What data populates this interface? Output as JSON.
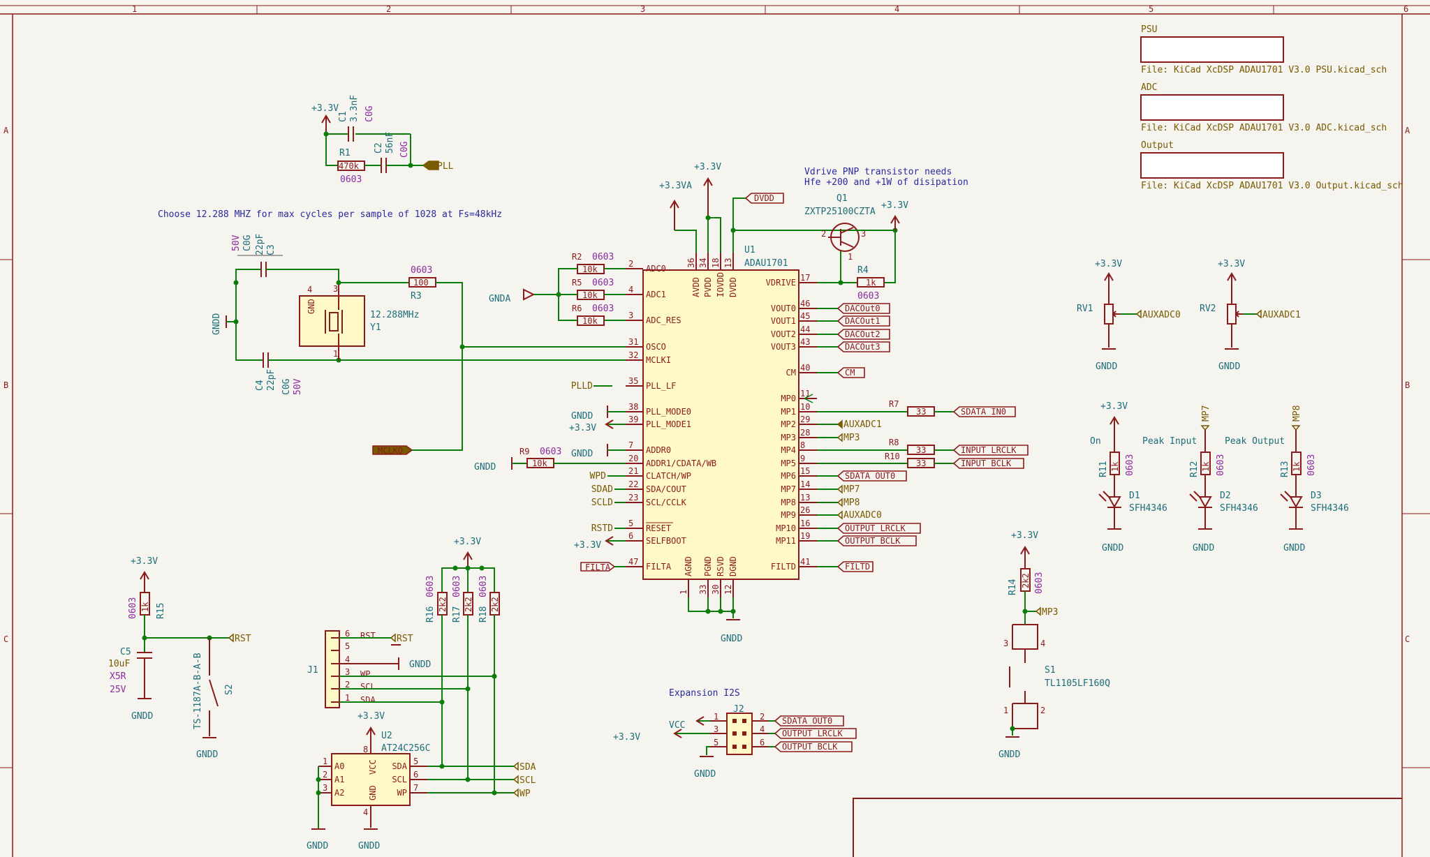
{
  "frame": {
    "cols": [
      "1",
      "2",
      "3",
      "4",
      "5",
      "6"
    ],
    "rows": [
      "A",
      "B",
      "C"
    ]
  },
  "sheets": [
    {
      "name": "PSU",
      "file": "File: KiCad XcDSP ADAU1701 V3.0 PSU.kicad_sch"
    },
    {
      "name": "ADC",
      "file": "File: KiCad XcDSP ADAU1701 V3.0 ADC.kicad_sch"
    },
    {
      "name": "Output",
      "file": "File: KiCad XcDSP ADAU1701 V3.0 Output.kicad_sch"
    }
  ],
  "notes": {
    "clock": "Choose 12.288 MHZ for max cycles per sample of 1028 at Fs=48kHz",
    "vdrive_1": "Vdrive PNP transistor needs",
    "vdrive_2": "Hfe +200 and +1W of disipation",
    "expansion": "Expansion I2S"
  },
  "power": {
    "v33": "+3.3V",
    "v33a": "+3.3VA",
    "gndd": "GNDD",
    "gnda": "GNDA",
    "vcc": "VCC"
  },
  "u1": {
    "ref": "U1",
    "value": "ADAU1701",
    "left_pins": [
      {
        "num": "2",
        "name": "ADC0"
      },
      {
        "num": "4",
        "name": "ADC1"
      },
      {
        "num": "3",
        "name": "ADC_RES"
      },
      {
        "num": "31",
        "name": "OSCO"
      },
      {
        "num": "32",
        "name": "MCLKI"
      },
      {
        "num": "35",
        "name": "PLL_LF"
      },
      {
        "num": "38",
        "name": "PLL_MODE0"
      },
      {
        "num": "39",
        "name": "PLL_MODE1"
      },
      {
        "num": "7",
        "name": "ADDR0"
      },
      {
        "num": "20",
        "name": "ADDR1/CDATA/WB"
      },
      {
        "num": "21",
        "name": "CLATCH/WP"
      },
      {
        "num": "22",
        "name": "SDA/COUT"
      },
      {
        "num": "23",
        "name": "SCL/CCLK"
      },
      {
        "num": "5",
        "name": "RESET"
      },
      {
        "num": "6",
        "name": "SELFBOOT"
      },
      {
        "num": "47",
        "name": "FILTA"
      }
    ],
    "right_pins": [
      {
        "num": "17",
        "name": "VDRIVE"
      },
      {
        "num": "46",
        "name": "VOUT0"
      },
      {
        "num": "45",
        "name": "VOUT1"
      },
      {
        "num": "44",
        "name": "VOUT2"
      },
      {
        "num": "43",
        "name": "VOUT3"
      },
      {
        "num": "40",
        "name": "CM"
      },
      {
        "num": "11",
        "name": "MP0"
      },
      {
        "num": "10",
        "name": "MP1"
      },
      {
        "num": "29",
        "name": "MP2"
      },
      {
        "num": "28",
        "name": "MP3"
      },
      {
        "num": "8",
        "name": "MP4"
      },
      {
        "num": "9",
        "name": "MP5"
      },
      {
        "num": "15",
        "name": "MP6"
      },
      {
        "num": "14",
        "name": "MP7"
      },
      {
        "num": "13",
        "name": "MP8"
      },
      {
        "num": "26",
        "name": "MP9"
      },
      {
        "num": "16",
        "name": "MP10"
      },
      {
        "num": "19",
        "name": "MP11"
      },
      {
        "num": "41",
        "name": "FILTD"
      }
    ],
    "top_pins": [
      {
        "num": "36",
        "name": "AVDD"
      },
      {
        "num": "34",
        "name": "PVDD"
      },
      {
        "num": "18",
        "name": "IOVDD"
      },
      {
        "num": "13",
        "name": "DVDD"
      }
    ],
    "bottom_pins": [
      {
        "num": "1",
        "name": "AGND"
      },
      {
        "num": "33",
        "name": "PGND"
      },
      {
        "num": "30",
        "name": "RSVD"
      },
      {
        "num": "12",
        "name": "DGND"
      }
    ]
  },
  "u1_labels": {
    "dacout0": "DACOut0",
    "dacout1": "DACOut1",
    "dacout2": "DACOut2",
    "dacout3": "DACOut3",
    "cm": "CM",
    "sdata_in0": "SDATA_IN0",
    "auxadc1": "AUXADC1",
    "mp3": "MP3",
    "input_lrclk": "INPUT_LRCLK",
    "input_bclk": "INPUT_BCLK",
    "sdata_out0": "SDATA_OUT0",
    "mp7": "MP7",
    "mp8": "MP8",
    "auxadc0": "AUXADC0",
    "output_lrclk": "OUTPUT_LRCLK",
    "output_bclk": "OUTPUT_BCLK",
    "filtd": "FILTD",
    "filta": "FILTA",
    "mclko": "MCLKO",
    "dvdd": "DVDD",
    "pll": "PLL",
    "plld": "PLLD",
    "wpd": "WPD",
    "sdad": "SDAD",
    "scld": "SCLD",
    "rstd": "RSTD"
  },
  "parts": {
    "r1": {
      "ref": "R1",
      "val": "470k",
      "fp": "0603"
    },
    "r2": {
      "ref": "R2",
      "val": "10k",
      "fp": "0603"
    },
    "r3": {
      "ref": "R3",
      "val": "100",
      "fp": "0603"
    },
    "r4": {
      "ref": "R4",
      "val": "1k",
      "fp": "0603"
    },
    "r5": {
      "ref": "R5",
      "val": "10k",
      "fp": "0603"
    },
    "r6": {
      "ref": "R6",
      "val": "10k",
      "fp": "0603"
    },
    "r7": {
      "ref": "R7",
      "val": "33"
    },
    "r8": {
      "ref": "R8",
      "val": "33"
    },
    "r9": {
      "ref": "R9",
      "val": "10k",
      "fp": "0603"
    },
    "r10": {
      "ref": "R10",
      "val": "33"
    },
    "r11": {
      "ref": "R11",
      "val": "1k",
      "fp": "0603"
    },
    "r12": {
      "ref": "R12",
      "val": "1k",
      "fp": "0603"
    },
    "r13": {
      "ref": "R13",
      "val": "1k",
      "fp": "0603"
    },
    "r14": {
      "ref": "R14",
      "val": "2k2",
      "fp": "0603"
    },
    "r15": {
      "ref": "R15",
      "val": "1k",
      "fp": "0603"
    },
    "r16": {
      "ref": "R16",
      "val": "2k2",
      "fp": "0603"
    },
    "r17": {
      "ref": "R17",
      "val": "2k2",
      "fp": "0603"
    },
    "r18": {
      "ref": "R18",
      "val": "2k2",
      "fp": "0603"
    },
    "c1": {
      "ref": "C1",
      "val": "3.3nF",
      "fp": "C0G"
    },
    "c2": {
      "ref": "C2",
      "val": "56nF",
      "fp": "C0G"
    },
    "c3": {
      "ref": "C3",
      "val": "22pF",
      "fp": "C0G",
      "v": "50V"
    },
    "c4": {
      "ref": "C4",
      "val": "22pF",
      "fp": "C0G",
      "v": "50V"
    },
    "c5": {
      "ref": "C5",
      "val": "10uF",
      "fp": "X5R",
      "v": "25V"
    },
    "y1": {
      "ref": "Y1",
      "val": "12.288MHz",
      "gndpin": "GND"
    },
    "q1": {
      "ref": "Q1",
      "val": "ZXTP25100CZTA"
    },
    "rv1": {
      "ref": "RV1",
      "net": "AUXADC0"
    },
    "rv2": {
      "ref": "RV2",
      "net": "AUXADC1"
    },
    "d1": {
      "ref": "D1",
      "val": "SFH4346",
      "title": "On"
    },
    "d2": {
      "ref": "D2",
      "val": "SFH4346",
      "title": "Peak Input"
    },
    "d3": {
      "ref": "D3",
      "val": "SFH4346",
      "title": "Peak Output"
    },
    "s1": {
      "ref": "S1",
      "val": "TL1105LF160Q"
    },
    "s2": {
      "ref": "S2",
      "val": "TS-1187A-B-A-B"
    },
    "u2": {
      "ref": "U2",
      "val": "AT24C256C"
    },
    "j1": {
      "ref": "J1"
    },
    "j2": {
      "ref": "J2"
    }
  },
  "j1_pins": [
    {
      "num": "6",
      "name": "RST"
    },
    {
      "num": "5",
      "name": ""
    },
    {
      "num": "4",
      "name": "GNDD"
    },
    {
      "num": "3",
      "name": "WP"
    },
    {
      "num": "2",
      "name": "SCL"
    },
    {
      "num": "1",
      "name": "SDA"
    }
  ],
  "u2_pins": {
    "left": [
      {
        "num": "1",
        "name": "A0"
      },
      {
        "num": "2",
        "name": "A1"
      },
      {
        "num": "3",
        "name": "A2"
      }
    ],
    "right": [
      {
        "num": "5",
        "name": "SDA"
      },
      {
        "num": "6",
        "name": "SCL"
      },
      {
        "num": "7",
        "name": "WP"
      }
    ],
    "top": {
      "num": "8",
      "name": "VCC"
    },
    "bottom": {
      "num": "4",
      "name": "GND"
    }
  },
  "j2_pins": {
    "left": [
      "1",
      "3",
      "5"
    ],
    "right": [
      "2",
      "4",
      "6"
    ],
    "labels": [
      "SDATA_OUT0",
      "OUTPUT_LRCLK",
      "OUTPUT_BCLK"
    ]
  },
  "misc_labels": {
    "rst": "RST",
    "sda": "SDA",
    "scl": "SCL",
    "wp": "WP",
    "mp3": "MP3",
    "mp7": "MP7",
    "mp8": "MP8"
  }
}
